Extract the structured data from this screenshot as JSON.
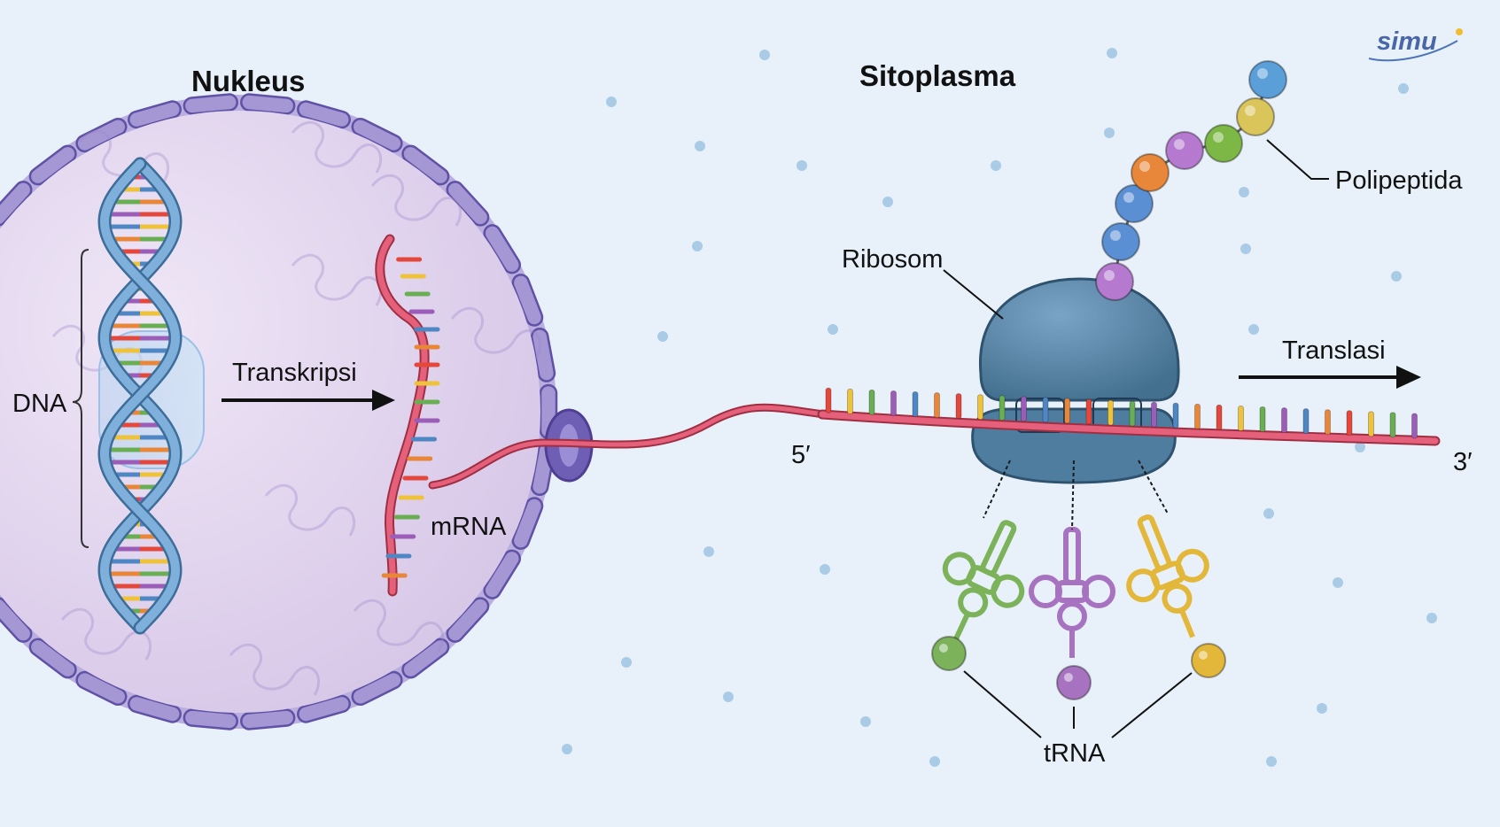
{
  "labels": {
    "nucleus": "Nukleus",
    "cytoplasm": "Sitoplasma",
    "dna": "DNA",
    "transcription": "Transkripsi",
    "mrna": "mRNA",
    "ribosome": "Ribosom",
    "polypeptide": "Polipeptida",
    "translation": "Translasi",
    "five_prime": "5′",
    "three_prime": "3′",
    "trna": "tRNA"
  },
  "logo": {
    "text": "simu"
  },
  "colors": {
    "background": "#e8f1f9",
    "nucleus_fill": "#e3d7ee",
    "nuclear_envelope": "#8c7fc6",
    "dna_backbone": "#6d9fcf",
    "mrna_backbone": "#df5b6f",
    "ribosome": "#5a88ad",
    "trna_green": "#7cb35a",
    "trna_purple": "#a772c0",
    "trna_yellow": "#e2b73a",
    "base_colors": [
      "#e4483c",
      "#eec33b",
      "#6aae53",
      "#9b5db8",
      "#4f87c4",
      "#e8873a"
    ],
    "polypeptide_beads": [
      "#b57ad0",
      "#5b8fd3",
      "#5b8fd3",
      "#e8863a",
      "#b57ad0",
      "#7db846",
      "#d9c55a",
      "#5b9fd9",
      "#8a63c4"
    ]
  }
}
